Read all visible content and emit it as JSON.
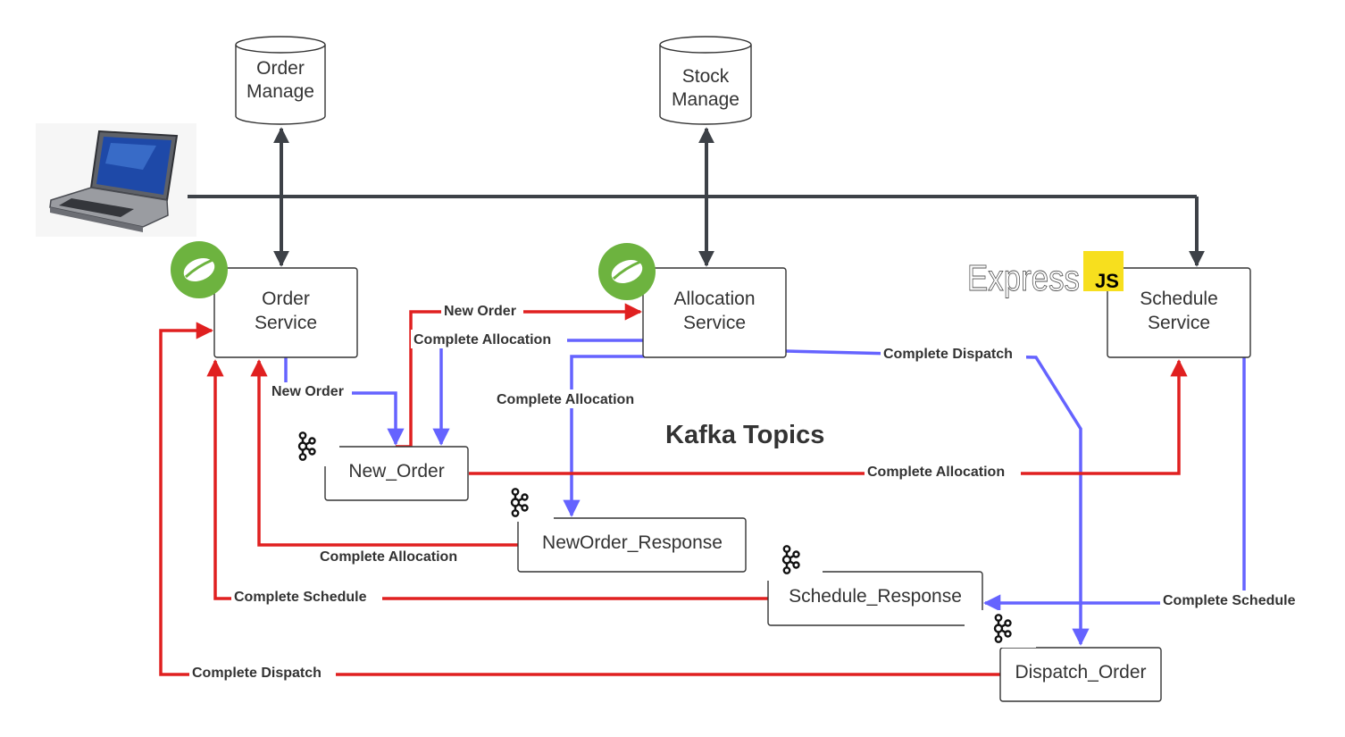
{
  "colors": {
    "request_flow": "#e02020",
    "response_flow": "#6563ff",
    "client_flow": "#3d4147",
    "box_border": "#333333",
    "spring_green": "#6db33f",
    "js_yellow": "#f7df1e"
  },
  "databases": {
    "order_db": [
      "Order",
      "Manage"
    ],
    "stock_db": [
      "Stock",
      "Manage"
    ]
  },
  "services": {
    "order": [
      "Order",
      "Service"
    ],
    "allocation": [
      "Allocation",
      "Service"
    ],
    "schedule": [
      "Schedule",
      "Service"
    ]
  },
  "topics": {
    "heading": "Kafka Topics",
    "new_order": "New_Order",
    "neworder_response": "NewOrder_Response",
    "schedule_response": "Schedule_Response",
    "dispatch_order": "Dispatch_Order"
  },
  "logos": {
    "express_word": "Express",
    "js_badge": "JS"
  },
  "icons": {
    "client": "laptop-icon",
    "spring": "spring-leaf-icon",
    "kafka": "kafka-icon"
  },
  "edge_labels": {
    "new_order_to_allocation": "New Order",
    "order_to_new_order": "New Order",
    "allocation_to_new_order": "Complete Allocation",
    "allocation_to_response": "Complete Allocation",
    "new_order_to_schedule": "Complete Allocation",
    "response_to_order": "Complete Allocation",
    "allocation_to_dispatch": "Complete Dispatch",
    "schedule_response_to_order": "Complete Schedule",
    "schedule_to_schedule_response": "Complete Schedule",
    "dispatch_to_order": "Complete Dispatch"
  }
}
